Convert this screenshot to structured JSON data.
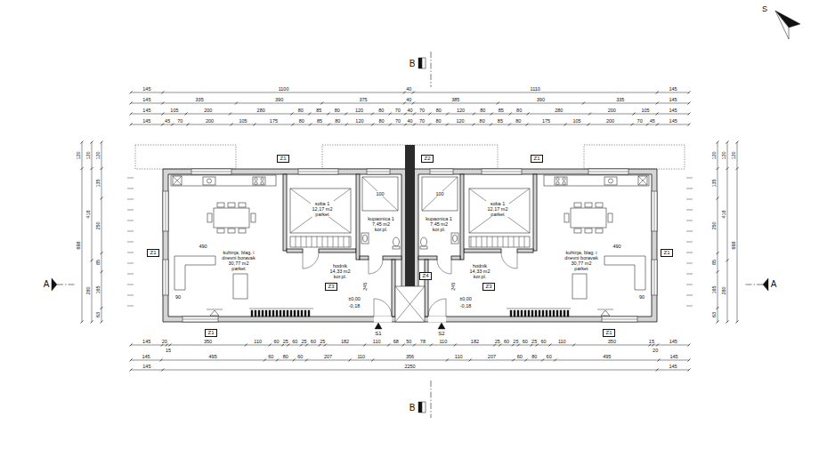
{
  "diagram": {
    "nodes": [
      {
        "text": [
          "Z1"
        ]
      },
      {
        "text": [
          "Z2"
        ]
      },
      {
        "text": [
          "Z1"
        ]
      },
      {
        "text": [
          "Z1"
        ]
      },
      {
        "text": [
          "kuhinja, blag. i dnevni boravak",
          "30,77 m2",
          "parket"
        ]
      },
      {
        "text": [
          "soba 1",
          "12,17 m2",
          "parket"
        ]
      },
      {
        "text": [
          "kupaonica 1",
          "7,45 m2",
          "kor.pl."
        ]
      },
      {
        "text": [
          "kupaonica 1",
          "7,45 m2",
          "kor.pl."
        ]
      },
      {
        "text": [
          "soba 1",
          "12,17 m2",
          "parket"
        ]
      },
      {
        "text": [
          "kuhinja, blag. i dnevni boravak",
          "30,77 m2",
          "parket"
        ]
      },
      {
        "text": [
          "Z1"
        ]
      },
      {
        "text": [
          "hodnik",
          "14,33 m2",
          "kor.pl."
        ]
      },
      {
        "text": [
          "Z3"
        ]
      },
      {
        "text": [
          "Z4"
        ]
      },
      {
        "text": [
          "Z3"
        ]
      },
      {
        "text": [
          "hodnik",
          "14,33 m2",
          "kor.pl."
        ]
      },
      {
        "text": [
          "Z1"
        ]
      },
      {
        "text": [
          "Z1"
        ]
      }
    ],
    "labels": [
      "145",
      "1100",
      "40",
      "1110",
      "145",
      "145",
      "335",
      "390",
      "375",
      "40",
      "385",
      "390",
      "335",
      "145",
      "145",
      "105",
      "200",
      "280",
      "80",
      "85",
      "80",
      "120",
      "80",
      "70",
      "40",
      "70",
      "80",
      "120",
      "80",
      "85",
      "80",
      "280",
      "200",
      "105",
      "145",
      "145",
      "45",
      "70",
      "200",
      "105",
      "175",
      "80",
      "85",
      "80",
      "120",
      "80",
      "70",
      "40",
      "70",
      "80",
      "120",
      "80",
      "85",
      "80",
      "175",
      "105",
      "200",
      "70",
      "45",
      "145",
      "145",
      "20",
      "15",
      "350",
      "110",
      "60",
      "25",
      "60",
      "25",
      "60",
      "25",
      "182",
      "110",
      "68",
      "50",
      "78",
      "110",
      "182",
      "25",
      "60",
      "25",
      "60",
      "25",
      "60",
      "110",
      "350",
      "15",
      "20",
      "145",
      "145",
      "495",
      "60",
      "80",
      "60",
      "207",
      "110",
      "356",
      "110",
      "207",
      "60",
      "80",
      "60",
      "495",
      "145",
      "145",
      "2250",
      "145",
      "120",
      "698",
      "120",
      "418",
      "280",
      "120",
      "135",
      "250",
      "85",
      "165",
      "63",
      "120",
      "698",
      "120",
      "418",
      "280",
      "120",
      "135",
      "250",
      "85",
      "165",
      "63",
      "B",
      "B",
      "A",
      "A",
      "S1",
      "S2",
      "±0,00",
      "-0,18",
      "±0,00",
      "-0,18",
      "490",
      "490",
      "90",
      "90",
      "245",
      "245",
      "100",
      "100",
      "S"
    ]
  }
}
